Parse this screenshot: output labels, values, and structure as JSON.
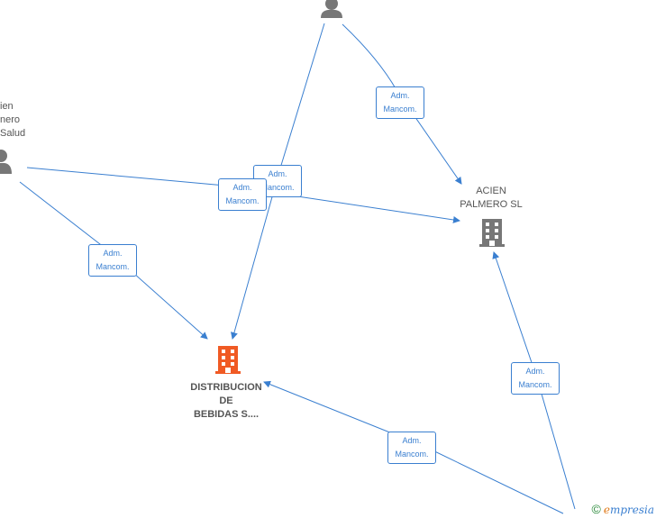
{
  "edge_label": "Adm.\nMancom.",
  "nodes": {
    "person_top": {
      "label": "",
      "icon": "person-icon"
    },
    "person_left": {
      "label": "ien\nnero\nSalud",
      "icon": "person-icon"
    },
    "acien": {
      "label": "ACIEN\nPALMERO SL",
      "icon": "building-icon"
    },
    "distribucion": {
      "label": "DISTRIBUCION\nDE\nBEBIDAS S....",
      "icon": "building-icon"
    }
  },
  "colors": {
    "edge": "#3a7fd0",
    "building_focus": "#f05a24",
    "building": "#777777",
    "person": "#777777"
  },
  "brand": {
    "symbol": "©",
    "first_letter": "e",
    "rest": "mpresia"
  }
}
